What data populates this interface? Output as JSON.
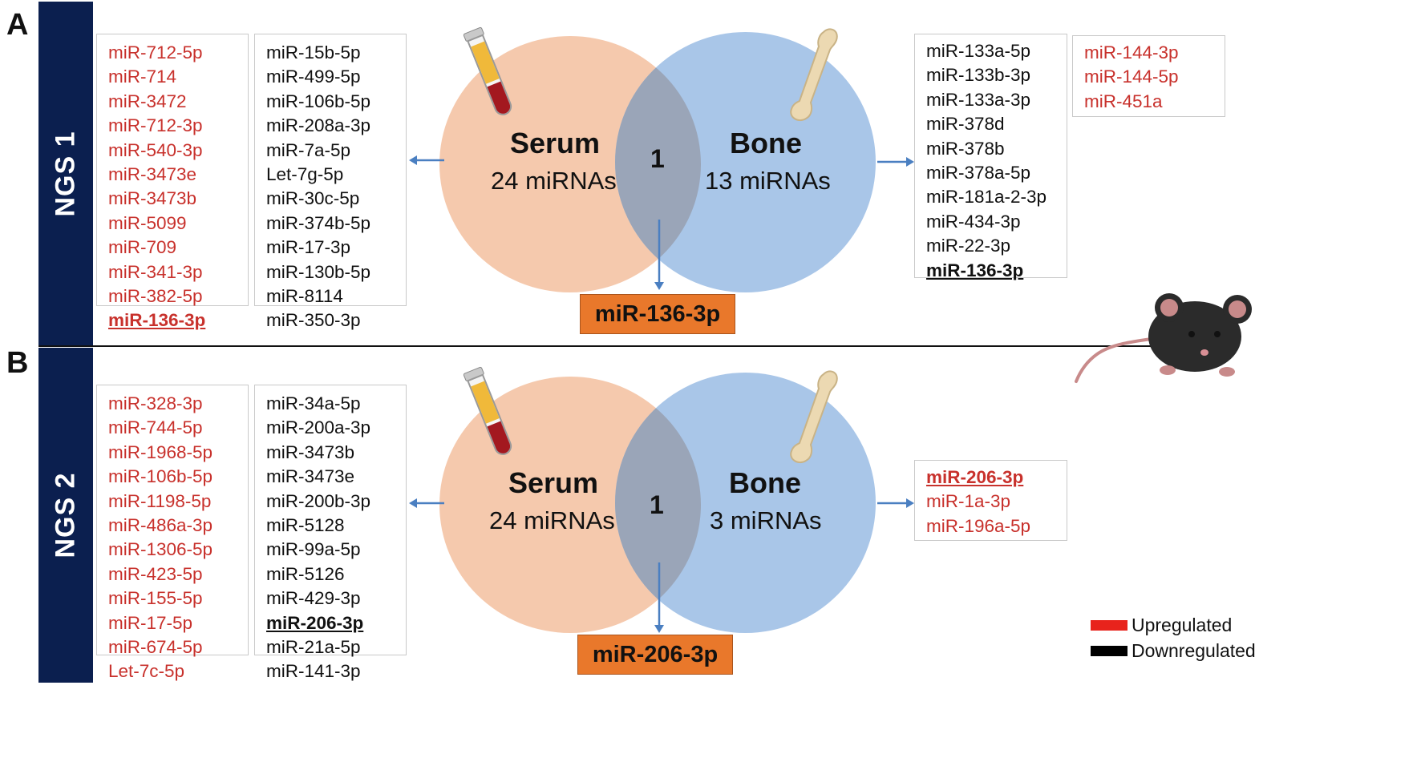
{
  "panels": [
    {
      "letter": "A",
      "label": "NGS 1",
      "serum": {
        "title": "Serum",
        "count": "24 miRNAs"
      },
      "bone": {
        "title": "Bone",
        "count": "13 miRNAs"
      },
      "overlap": "1",
      "shared": "miR-136-3p",
      "serum_up": [
        "miR-712-5p",
        "miR-714",
        "miR-3472",
        "miR-712-3p",
        "miR-540-3p",
        "miR-3473e",
        "miR-3473b",
        "miR-5099",
        "miR-709",
        "miR-341-3p",
        "miR-382-5p",
        "miR-136-3p"
      ],
      "serum_down": [
        "miR-15b-5p",
        "miR-499-5p",
        "miR-106b-5p",
        "miR-208a-3p",
        "miR-7a-5p",
        "Let-7g-5p",
        "miR-30c-5p",
        "miR-374b-5p",
        "miR-17-3p",
        "miR-130b-5p",
        "miR-8114",
        "miR-350-3p"
      ],
      "bone_down": [
        "miR-133a-5p",
        "miR-133b-3p",
        "miR-133a-3p",
        "miR-378d",
        "miR-378b",
        "miR-378a-5p",
        "miR-181a-2-3p",
        "miR-434-3p",
        "miR-22-3p",
        "miR-136-3p"
      ],
      "bone_up": [
        "miR-144-3p",
        "miR-144-5p",
        "miR-451a"
      ]
    },
    {
      "letter": "B",
      "label": "NGS 2",
      "serum": {
        "title": "Serum",
        "count": "24 miRNAs"
      },
      "bone": {
        "title": "Bone",
        "count": "3 miRNAs"
      },
      "overlap": "1",
      "shared": "miR-206-3p",
      "serum_up": [
        "miR-328-3p",
        "miR-744-5p",
        "miR-1968-5p",
        "miR-106b-5p",
        "miR-1198-5p",
        "miR-486a-3p",
        "miR-1306-5p",
        "miR-423-5p",
        "miR-155-5p",
        "miR-17-5p",
        "miR-674-5p",
        "Let-7c-5p"
      ],
      "serum_down": [
        "miR-34a-5p",
        "miR-200a-3p",
        "miR-3473b",
        "miR-3473e",
        "miR-200b-3p",
        "miR-5128",
        "miR-99a-5p",
        "miR-5126",
        "miR-429-3p",
        "miR-206-3p",
        "miR-21a-5p",
        "miR-141-3p"
      ],
      "bone_up": [
        "miR-206-3p",
        "miR-1a-3p",
        "miR-196a-5p"
      ]
    }
  ],
  "legend": {
    "up_label": "Upregulated",
    "down_label": "Downregulated",
    "up_color": "#e8231c",
    "down_color": "#000000"
  },
  "colors": {
    "serum_circle": "#f5c9ad",
    "bone_circle": "#a9c6e8",
    "overlap": "#9aa5b8",
    "shared_box": "#e9782b",
    "up_text": "#c8312c",
    "sidebar": "#0b1f4f"
  },
  "icons": [
    "blood-tube-icon",
    "bone-icon",
    "mouse-icon"
  ]
}
